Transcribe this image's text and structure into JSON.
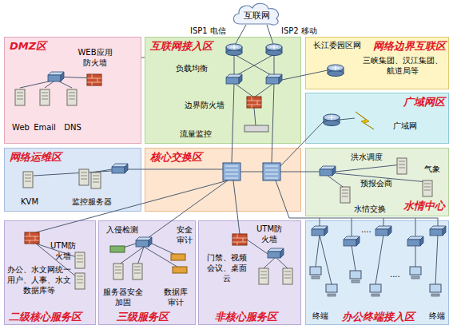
{
  "diagram": {
    "nodes": [
      {
        "text": [
          "互联网"
        ]
      },
      {
        "text": [
          "DMZ区"
        ]
      },
      {
        "text": [
          "WEB应用防火墙"
        ],
        "in": 1
      },
      {
        "text": [
          "Web"
        ],
        "in": 1
      },
      {
        "text": [
          "Email"
        ],
        "in": 1
      },
      {
        "text": [
          "DNS"
        ],
        "in": 1
      },
      {
        "text": [
          "互联网接入区"
        ]
      },
      {
        "text": [
          "负载均衡"
        ],
        "in": 6
      },
      {
        "text": [
          "边界防火墙"
        ],
        "in": 6
      },
      {
        "text": [
          "流量监控"
        ],
        "in": 6
      },
      {
        "text": [
          "网络边界互联区"
        ]
      },
      {
        "text": [
          "长江委园区网"
        ],
        "in": 10
      },
      {
        "text": [
          "三峡集团、汉江集团、航道局等"
        ],
        "in": 10
      },
      {
        "text": [
          "广域网区"
        ]
      },
      {
        "text": [
          "广域网"
        ],
        "in": 13
      },
      {
        "text": [
          "网络运维区"
        ]
      },
      {
        "text": [
          "KVM"
        ],
        "in": 15
      },
      {
        "text": [
          "监控服务器"
        ],
        "in": 15
      },
      {
        "text": [
          "核心交换区"
        ]
      },
      {
        "text": [
          "水情中心"
        ]
      },
      {
        "text": [
          "洪水调度"
        ],
        "in": 19
      },
      {
        "text": [
          "气象"
        ],
        "in": 19
      },
      {
        "text": [
          "预报会商"
        ],
        "in": 19
      },
      {
        "text": [
          "水情交换"
        ],
        "in": 19
      },
      {
        "text": [
          "二级核心服务区"
        ]
      },
      {
        "text": [
          "UTM防火墙"
        ],
        "in": 24
      },
      {
        "text": [
          "办公、水文网统一用户、人事、水文数据库等"
        ],
        "in": 24
      },
      {
        "text": [
          "三级服务区"
        ]
      },
      {
        "text": [
          "入侵检测"
        ],
        "in": 27
      },
      {
        "text": [
          "安全审计"
        ],
        "in": 27
      },
      {
        "text": [
          "服务器安全加固"
        ],
        "in": 27
      },
      {
        "text": [
          "数据库审计"
        ],
        "in": 27
      },
      {
        "text": [
          "非核心服务区"
        ]
      },
      {
        "text": [
          "UTM防火墙"
        ],
        "in": 32
      },
      {
        "text": [
          "门禁、视频会议、桌面云"
        ],
        "in": 32
      },
      {
        "text": [
          "办公终端接入区"
        ]
      },
      {
        "text": [
          "终端"
        ],
        "in": 35
      },
      {
        "text": [
          "终端"
        ],
        "in": 35
      }
    ],
    "edges": [
      {
        "from": 8,
        "to": 2,
        "arrow": "none"
      }
    ],
    "labels": [
      "ISP1 电信",
      "ISP2 移动",
      "....",
      "...."
    ]
  }
}
